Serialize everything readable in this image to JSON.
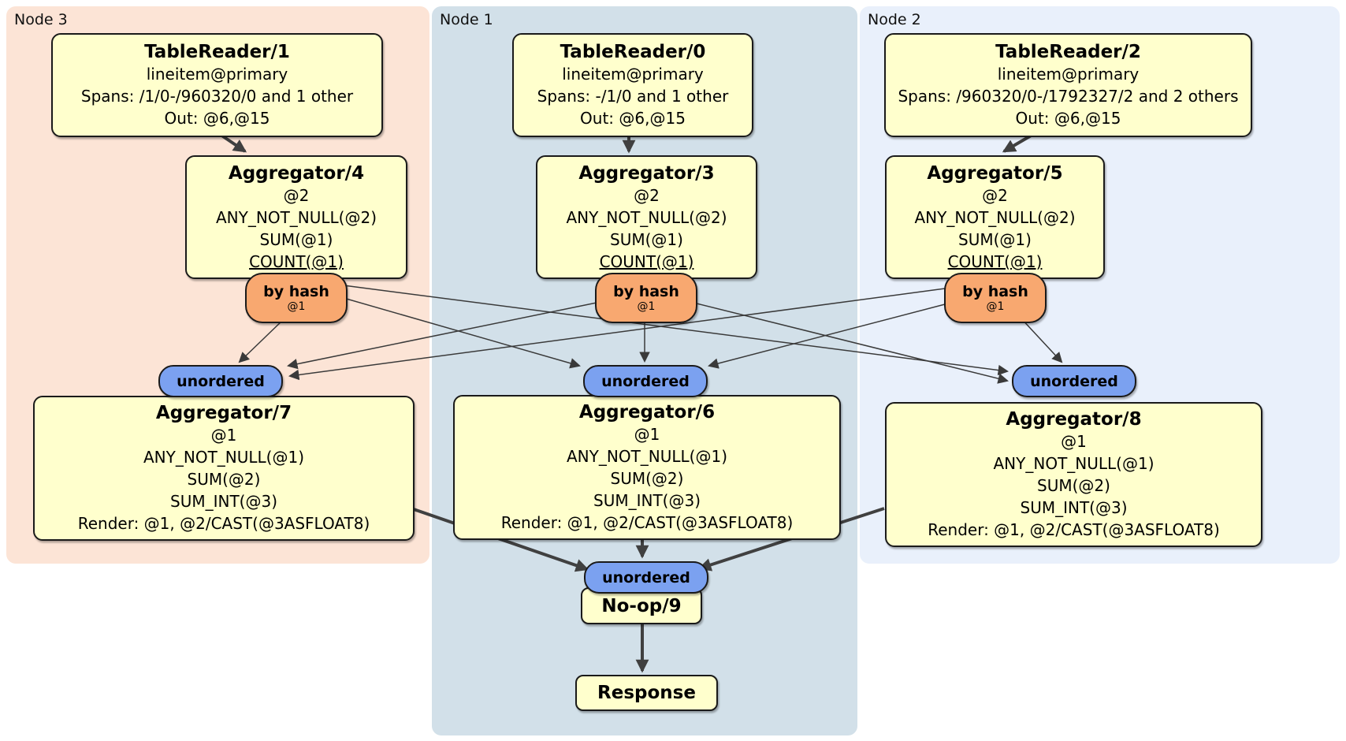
{
  "diagram": {
    "regions": [
      {
        "id": "node3",
        "label": "Node 3",
        "bg": "#fce4d6"
      },
      {
        "id": "node1",
        "label": "Node 1",
        "bg": "#d2e0e9"
      },
      {
        "id": "node2",
        "label": "Node 2",
        "bg": "#e9f0fb"
      }
    ],
    "processors": {
      "tablereader1": {
        "title": "TableReader/1",
        "lines": [
          "lineitem@primary",
          "Spans: /1/0-/960320/0 and 1 other",
          "Out: @6,@15"
        ]
      },
      "tablereader0": {
        "title": "TableReader/0",
        "lines": [
          "lineitem@primary",
          "Spans: -/1/0 and 1 other",
          "Out: @6,@15"
        ]
      },
      "tablereader2": {
        "title": "TableReader/2",
        "lines": [
          "lineitem@primary",
          "Spans: /960320/0-/1792327/2 and 2 others",
          "Out: @6,@15"
        ]
      },
      "aggregator4": {
        "title": "Aggregator/4",
        "lines": [
          "@2",
          "ANY_NOT_NULL(@2)",
          "SUM(@1)",
          "COUNT(@1)"
        ]
      },
      "aggregator3": {
        "title": "Aggregator/3",
        "lines": [
          "@2",
          "ANY_NOT_NULL(@2)",
          "SUM(@1)",
          "COUNT(@1)"
        ]
      },
      "aggregator5": {
        "title": "Aggregator/5",
        "lines": [
          "@2",
          "ANY_NOT_NULL(@2)",
          "SUM(@1)",
          "COUNT(@1)"
        ]
      },
      "aggregator7": {
        "title": "Aggregator/7",
        "lines": [
          "@1",
          "ANY_NOT_NULL(@1)",
          "SUM(@2)",
          "SUM_INT(@3)",
          "Render: @1, @2/CAST(@3ASFLOAT8)"
        ]
      },
      "aggregator6": {
        "title": "Aggregator/6",
        "lines": [
          "@1",
          "ANY_NOT_NULL(@1)",
          "SUM(@2)",
          "SUM_INT(@3)",
          "Render: @1, @2/CAST(@3ASFLOAT8)"
        ]
      },
      "aggregator8": {
        "title": "Aggregator/8",
        "lines": [
          "@1",
          "ANY_NOT_NULL(@1)",
          "SUM(@2)",
          "SUM_INT(@3)",
          "Render: @1, @2/CAST(@3ASFLOAT8)"
        ]
      },
      "noop9": {
        "title": "No-op/9"
      },
      "response": {
        "title": "Response"
      }
    },
    "router": {
      "label": "by hash",
      "hash_key": "@1"
    },
    "stream_sync": {
      "label": "unordered"
    },
    "colors": {
      "processor_fill": "#ffffcd",
      "router_fill": "#f8a870",
      "sync_fill": "#7ba1f0",
      "edge": "#404040"
    }
  }
}
